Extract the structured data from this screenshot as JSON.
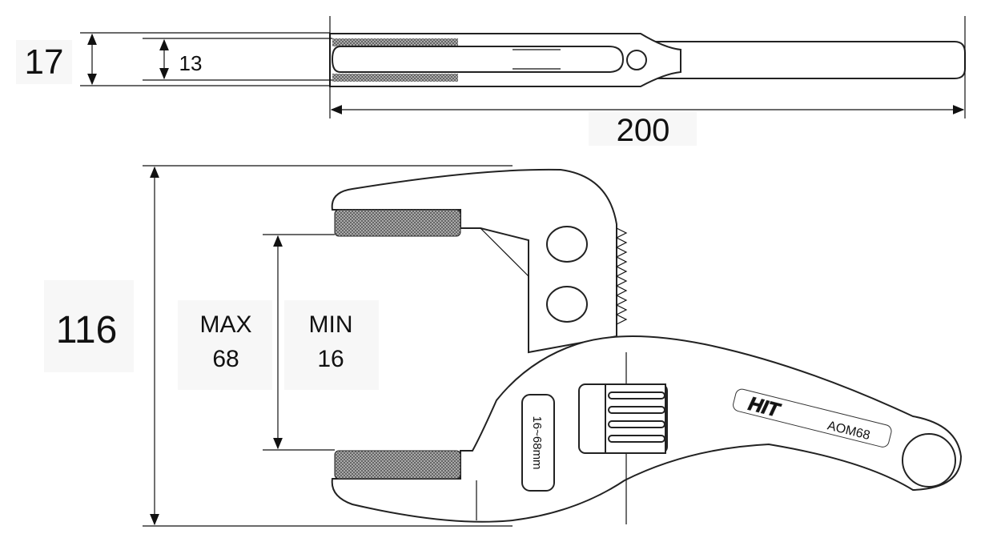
{
  "dimensions": {
    "total_thickness": "17",
    "jaw_thickness": "13",
    "total_length": "200",
    "total_height": "116",
    "max_label": "MAX",
    "max_value": "68",
    "min_label": "MIN",
    "min_value": "16"
  },
  "wrench_markings": {
    "brand": "HIT",
    "model": "AOM68",
    "range": "16~68mm"
  }
}
